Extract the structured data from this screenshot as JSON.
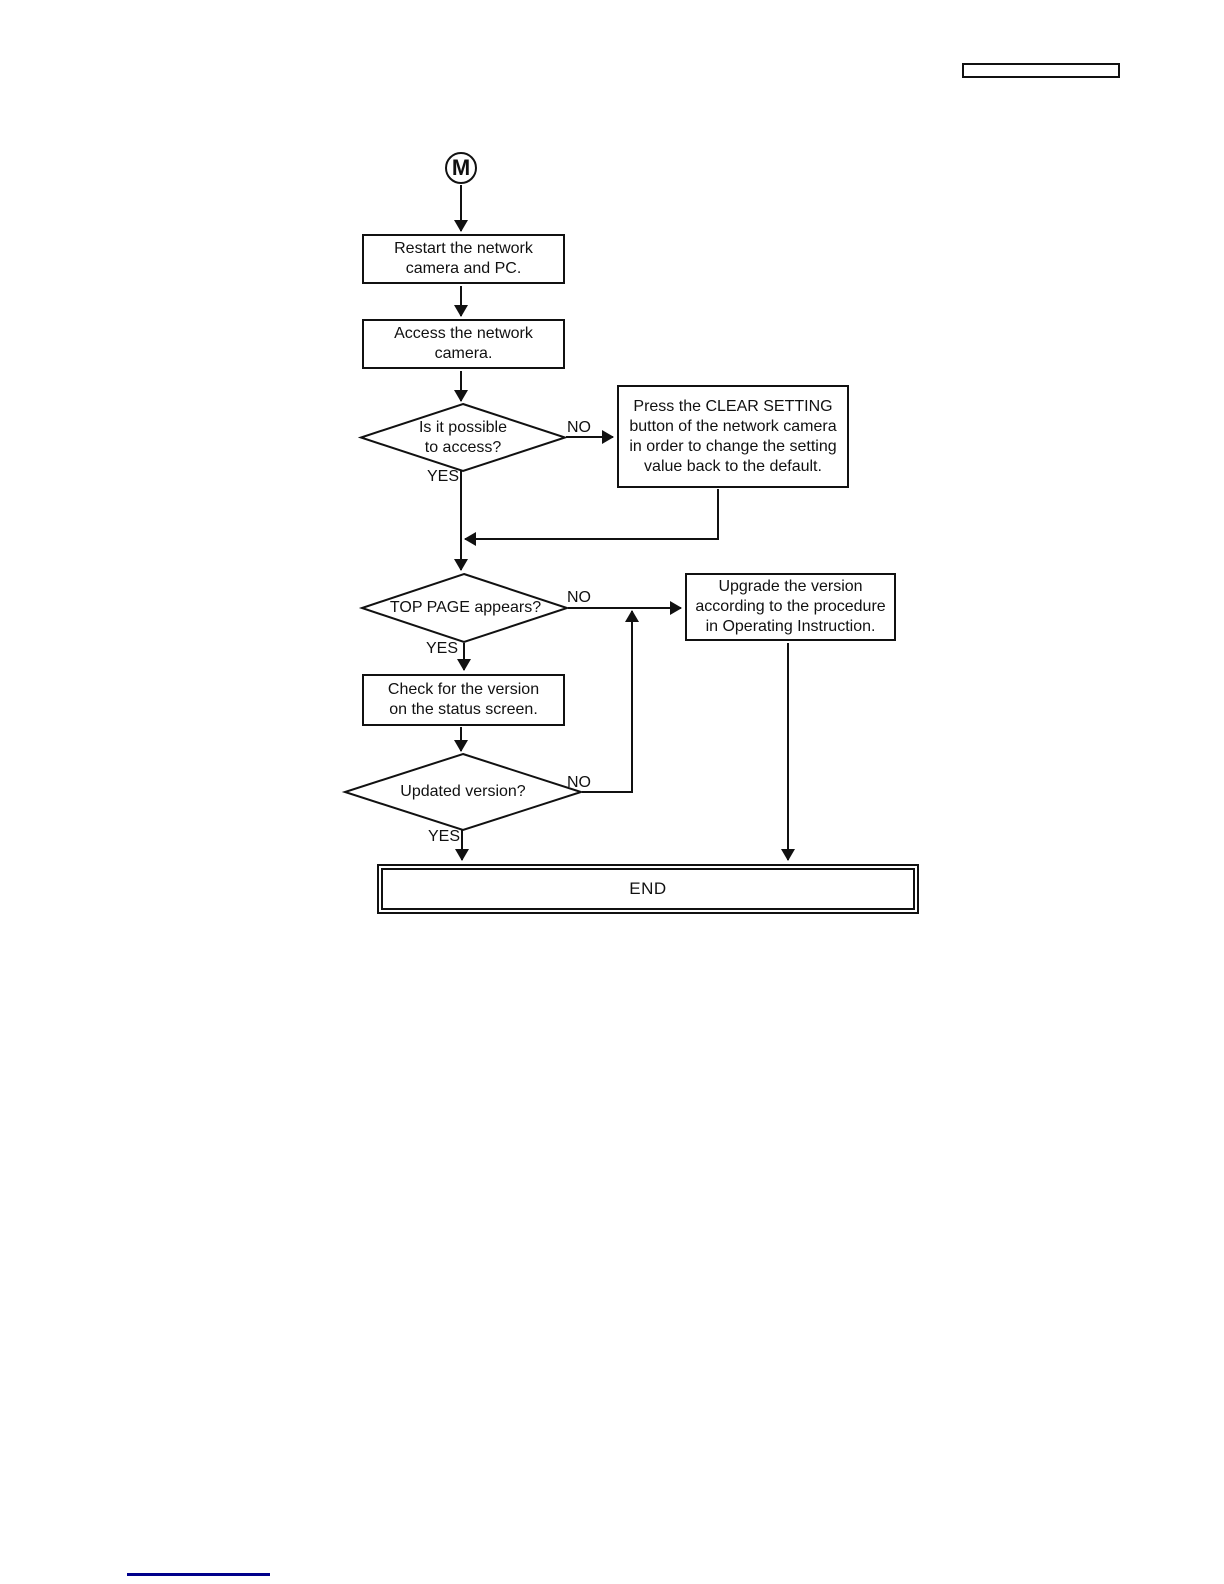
{
  "flowchart": {
    "connector_label": "M",
    "labels": {
      "yes": "YES",
      "no": "NO"
    },
    "nodes": {
      "restart": "Restart the network\ncamera and PC.",
      "access": "Access the network\ncamera.",
      "clear_setting": "Press the CLEAR SETTING\nbutton of the network camera\nin order to change the setting\nvalue back to the default.",
      "upgrade": "Upgrade the version\naccording to the procedure\nin Operating Instruction.",
      "check_version": "Check for the version\non the status screen.",
      "end": "END"
    },
    "decisions": {
      "access_possible": "Is it possible\nto access?",
      "top_page": "TOP PAGE appears?",
      "updated_version": "Updated version?"
    },
    "colors": {
      "line": "#111111",
      "node_fill": "#ffffff",
      "footer_link": "#00008B"
    }
  }
}
